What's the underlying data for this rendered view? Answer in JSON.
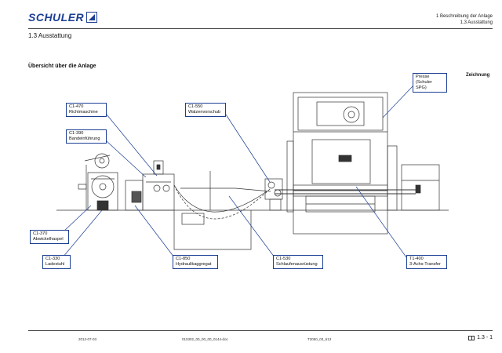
{
  "header": {
    "logo_text": "SCHULER",
    "chapter": "1  Beschreibung der Anlage",
    "section": "1.3 Ausstattung"
  },
  "page_title": "1.3 Ausstattung",
  "subtitle": "Übersicht über die Anlage",
  "drawing_label": "Zeichnung",
  "callouts": [
    {
      "code": "C1-470",
      "name": "Richtmaschine"
    },
    {
      "code": "C1-390",
      "name": "Bandeinführung"
    },
    {
      "code": "C1-550",
      "name": "Walzenvorschub"
    },
    {
      "code": "Presse",
      "name": "(Schuler SPG)"
    },
    {
      "code": "C1-370",
      "name": "Abwickelhaspel"
    },
    {
      "code": "C1-330",
      "name": "Ladestuhl"
    },
    {
      "code": "C1-850",
      "name": "Hydraulikaggregat"
    },
    {
      "code": "C1-530",
      "name": "Schlaufenausrüstung"
    },
    {
      "code": "T1-400",
      "name": "3-Achs-Transfer"
    }
  ],
  "footer": {
    "date": "2012-07-03",
    "file": "010302_00_00_00_0144-doc",
    "id": "T3050_03_613",
    "page": "1.3 - 1"
  },
  "colors": {
    "brand": "#1c3f94",
    "callout_border": "#1c3f94",
    "drawing": "#333333"
  }
}
